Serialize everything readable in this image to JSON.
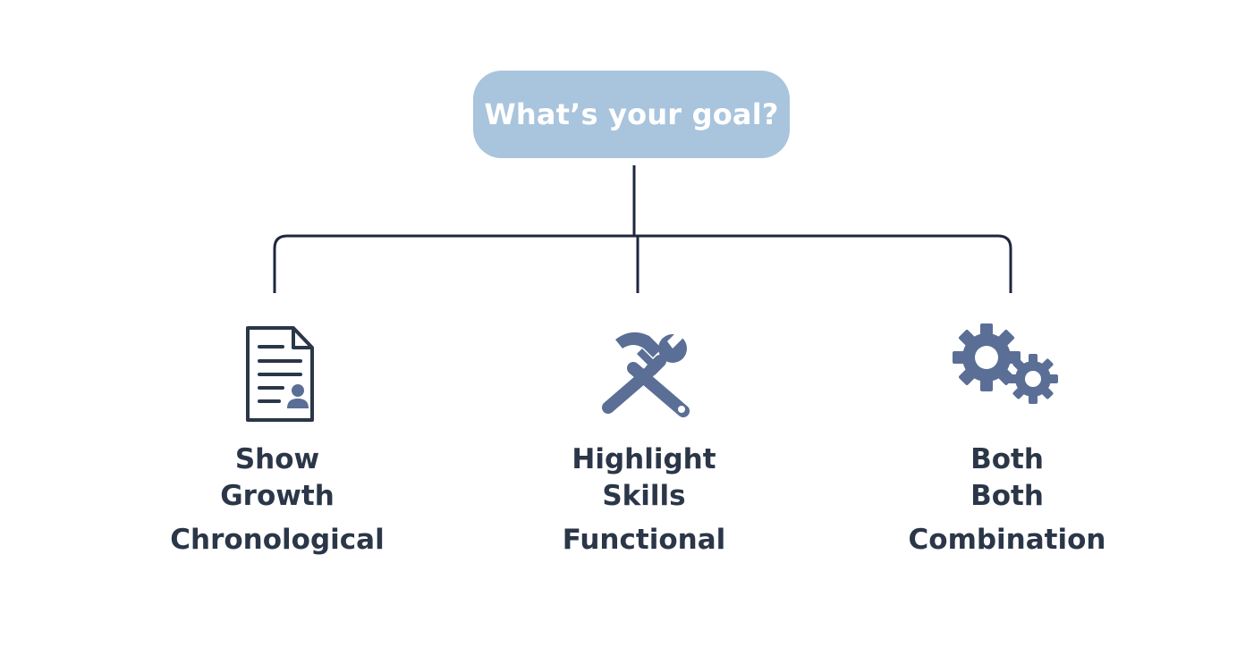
{
  "root": {
    "label": "What’s your goal?"
  },
  "colors": {
    "root_fill": "#a9c4dd",
    "root_text": "#ffffff",
    "connector": "#1e2740",
    "text": "#2b3648",
    "icon_dark": "#2b3648",
    "icon_accent": "#5a6e96"
  },
  "branches": [
    {
      "icon": "resume-document-icon",
      "line1": "Show",
      "line2": "Growth",
      "type": "Chronological"
    },
    {
      "icon": "hammer-wrench-icon",
      "line1": "Highlight",
      "line2": "Skills",
      "type": "Functional"
    },
    {
      "icon": "gears-icon",
      "line1": "Both",
      "line2": "Both",
      "type": "Combination"
    }
  ]
}
